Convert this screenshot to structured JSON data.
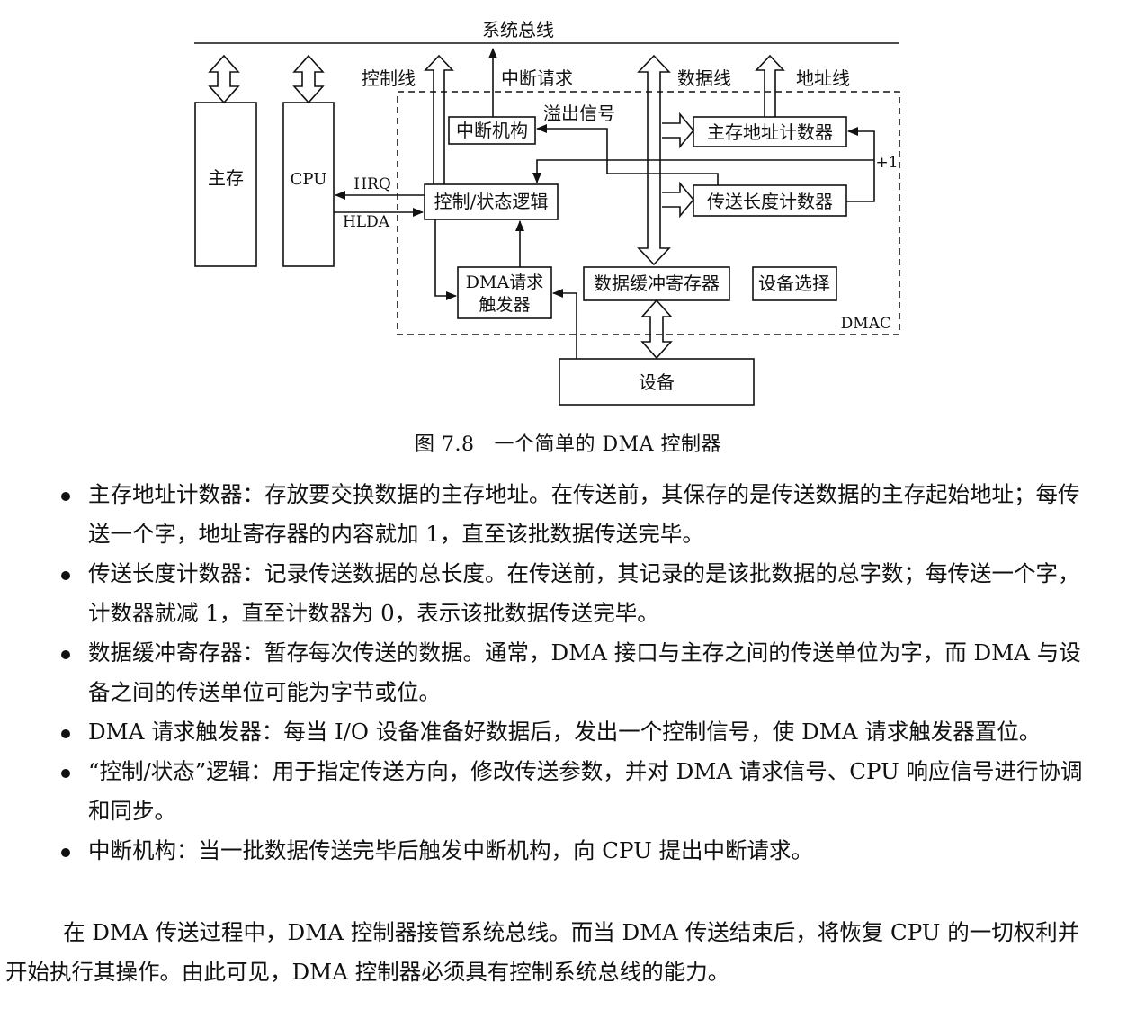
{
  "diagram": {
    "system_bus": "系统总线",
    "main_memory": "主存",
    "cpu": "CPU",
    "control_line": "控制线",
    "interrupt_request": "中断请求",
    "data_line": "数据线",
    "address_line": "地址线",
    "interrupt_unit": "中断机构",
    "overflow_signal": "溢出信号",
    "mem_addr_counter": "主存地址计数器",
    "plus_one": "+1",
    "hrq": "HRQ",
    "hlda": "HLDA",
    "ctrl_status_logic": "控制/状态逻辑",
    "length_counter": "传送长度计数器",
    "dma_trigger_line1": "DMA请求",
    "dma_trigger_line2": "触发器",
    "data_buffer": "数据缓冲寄存器",
    "device_select": "设备选择",
    "dmac": "DMAC",
    "device": "设备"
  },
  "caption": {
    "number": "图 7.8",
    "title": "一个简单的 DMA 控制器"
  },
  "items": [
    "主存地址计数器：存放要交换数据的主存地址。在传送前，其保存的是传送数据的主存起始地址；每传送一个字，地址寄存器的内容就加 1，直至该批数据传送完毕。",
    "传送长度计数器：记录传送数据的总长度。在传送前，其记录的是该批数据的总字数；每传送一个字，计数器就减 1，直至计数器为 0，表示该批数据传送完毕。",
    "数据缓冲寄存器：暂存每次传送的数据。通常，DMA 接口与主存之间的传送单位为字，而 DMA 与设备之间的传送单位可能为字节或位。",
    "DMA 请求触发器：每当 I/O 设备准备好数据后，发出一个控制信号，使 DMA 请求触发器置位。",
    "“控制/状态”逻辑：用于指定传送方向，修改传送参数，并对 DMA 请求信号、CPU 响应信号进行协调和同步。",
    "中断机构：当一批数据传送完毕后触发中断机构，向 CPU 提出中断请求。"
  ],
  "paragraph": "在 DMA 传送过程中，DMA 控制器接管系统总线。而当 DMA 传送结束后，将恢复 CPU 的一切权利并开始执行其操作。由此可见，DMA 控制器必须具有控制系统总线的能力。"
}
